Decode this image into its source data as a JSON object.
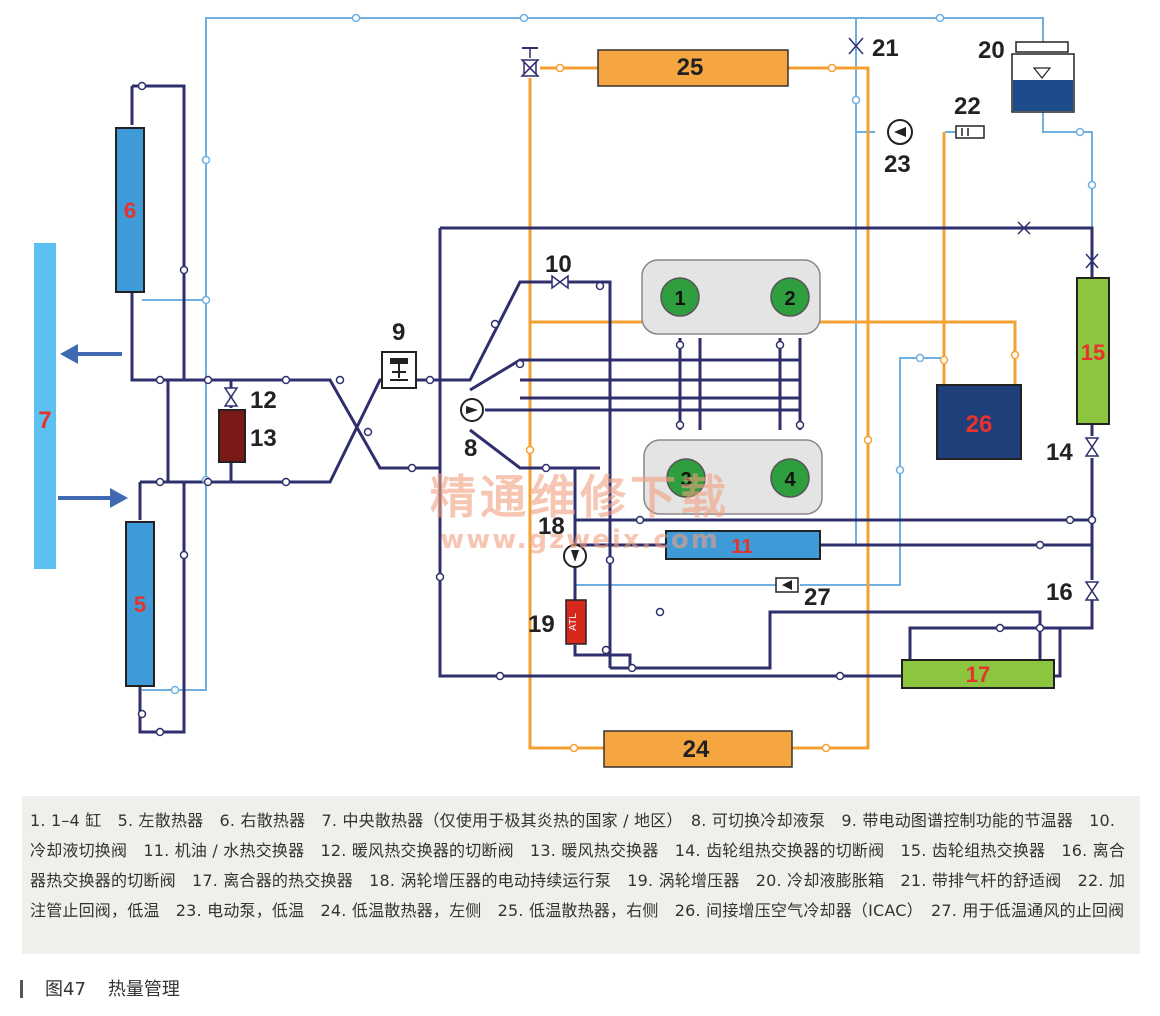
{
  "components": {
    "c1": "1",
    "c2": "2",
    "c3": "3",
    "c4": "4",
    "c5": "5",
    "c6": "6",
    "c7": "7",
    "c8": "8",
    "c9": "9",
    "c10": "10",
    "c11": "11",
    "c12": "12",
    "c13": "13",
    "c14": "14",
    "c15": "15",
    "c16": "16",
    "c17": "17",
    "c18": "18",
    "c19": "19",
    "c19_tag": "ATL",
    "c20": "20",
    "c21": "21",
    "c22": "22",
    "c23": "23",
    "c24": "24",
    "c25": "25",
    "c26": "26",
    "c27": "27"
  },
  "watermark": {
    "line1": "精通维修下载",
    "line2": "www.gzweix.com"
  },
  "caption": "1. 1–4 缸　5. 左散热器　6. 右散热器　7. 中央散热器（仅使用于极其炎热的国家 / 地区）　8. 可切换冷却液泵　9. 带电动图谱控制功能的节温器　10. 冷却液切换阀　11. 机油 / 水热交换器　12. 暖风热交换器的切断阀　13. 暖风热交换器　14. 齿轮组热交换器的切断阀　15. 齿轮组热交换器　16. 离合器热交换器的切断阀　17. 离合器的热交换器　18. 涡轮增压器的电动持续运行泵　19. 涡轮增压器　20. 冷却液膨胀箱　21. 带排气杆的舒适阀　22. 加注管止回阀，低温　23. 电动泵，低温　24. 低温散热器，左侧　25. 低温散热器，右侧　26. 间接增压空气冷却器（ICAC）　27. 用于低温通风的止回阀",
  "figure": {
    "number": "图47",
    "title": "热量管理"
  },
  "colors": {
    "line_dark": "#2f2f6e",
    "line_light": "#6fb0e0",
    "line_orange": "#f5a033",
    "radiator_blue": "#3f9ad8",
    "central_radiator": "#5cc0f0",
    "lt_radiator": "#f5a640",
    "gearbox_green": "#8cc63f",
    "cylinder_green": "#2e9e3e",
    "icac_navy": "#1f3f7a",
    "label_red": "#e8332c"
  }
}
